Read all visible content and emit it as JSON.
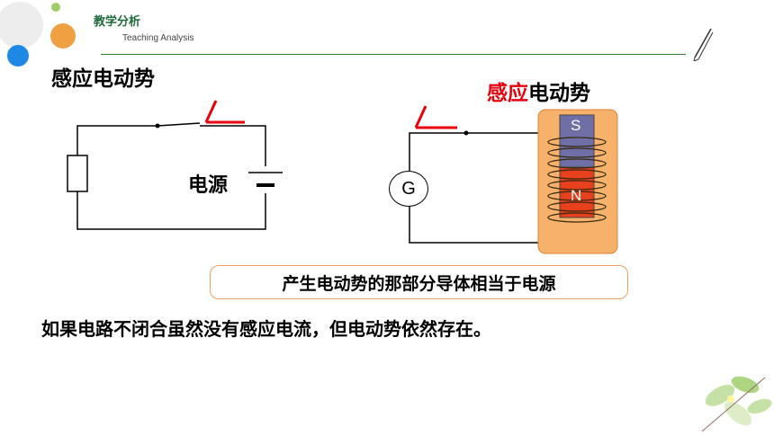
{
  "header": {
    "title": "教学分析",
    "subtitle": "Teaching Analysis"
  },
  "left_panel": {
    "title": "感应电动势",
    "source_label": "电源"
  },
  "right_panel": {
    "title_highlight": "感应",
    "title_rest": "电动势",
    "meter_label": "G",
    "magnet_top_pole": "S",
    "magnet_bottom_pole": "N"
  },
  "callout": {
    "text": "产生电动势的那部分导体相当于电源"
  },
  "conclusion": {
    "text": "如果电路不闭合虽然没有感应电流，但电动势依然存在。"
  },
  "colors": {
    "accent_red": "#e8000b",
    "accent_green": "#2e7d32",
    "callout_border": "#f0a060",
    "coil_highlight": "#f6b26b",
    "magnet_south": "#6f6fa8",
    "magnet_north": "#e8401c"
  }
}
